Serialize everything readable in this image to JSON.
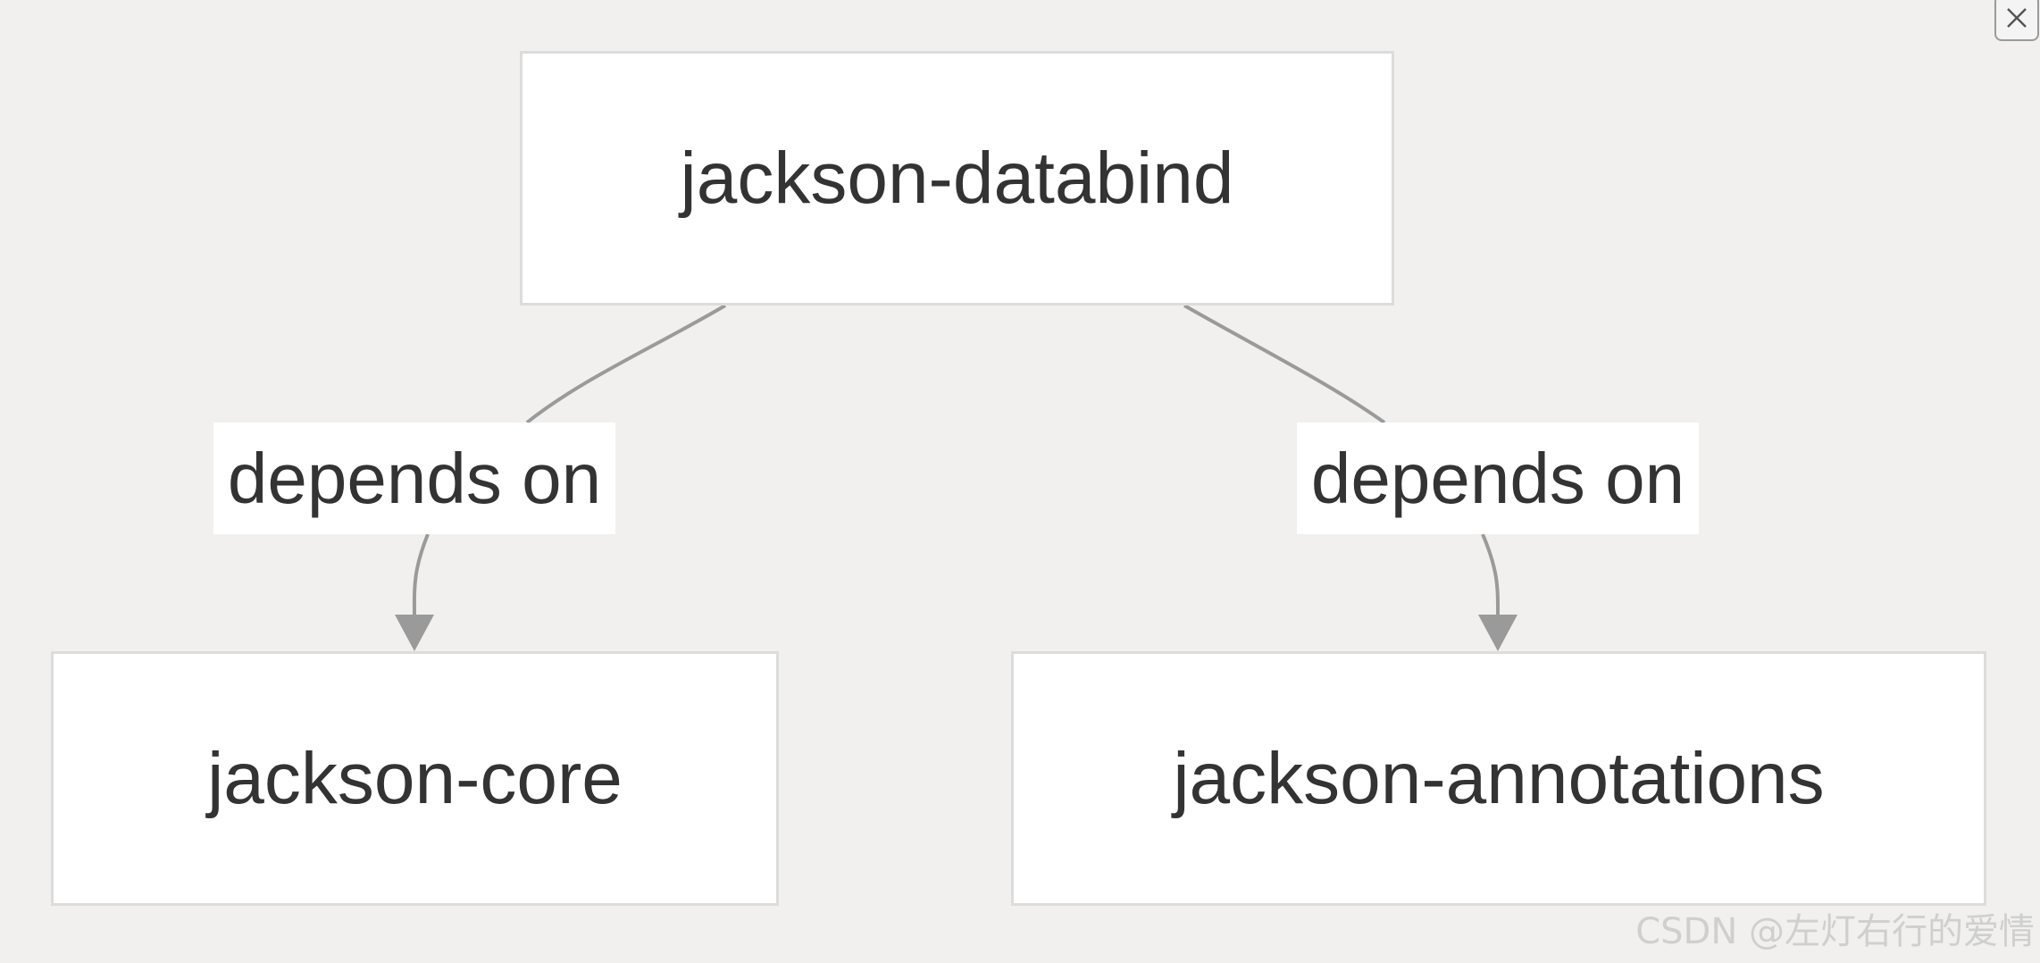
{
  "diagram": {
    "nodes": {
      "databind": "jackson-databind",
      "core": "jackson-core",
      "annotations": "jackson-annotations"
    },
    "edges": [
      {
        "from": "jackson-databind",
        "to": "jackson-core",
        "label": "depends on"
      },
      {
        "from": "jackson-databind",
        "to": "jackson-annotations",
        "label": "depends on"
      }
    ],
    "colors": {
      "background": "#f1f0ef",
      "node_fill": "#ffffff",
      "node_border": "#dcdcdc",
      "edge": "#9a9a9a",
      "text": "#333333"
    }
  },
  "window": {
    "close_icon": "close-icon"
  },
  "watermark": "CSDN @左灯右行的爱情"
}
